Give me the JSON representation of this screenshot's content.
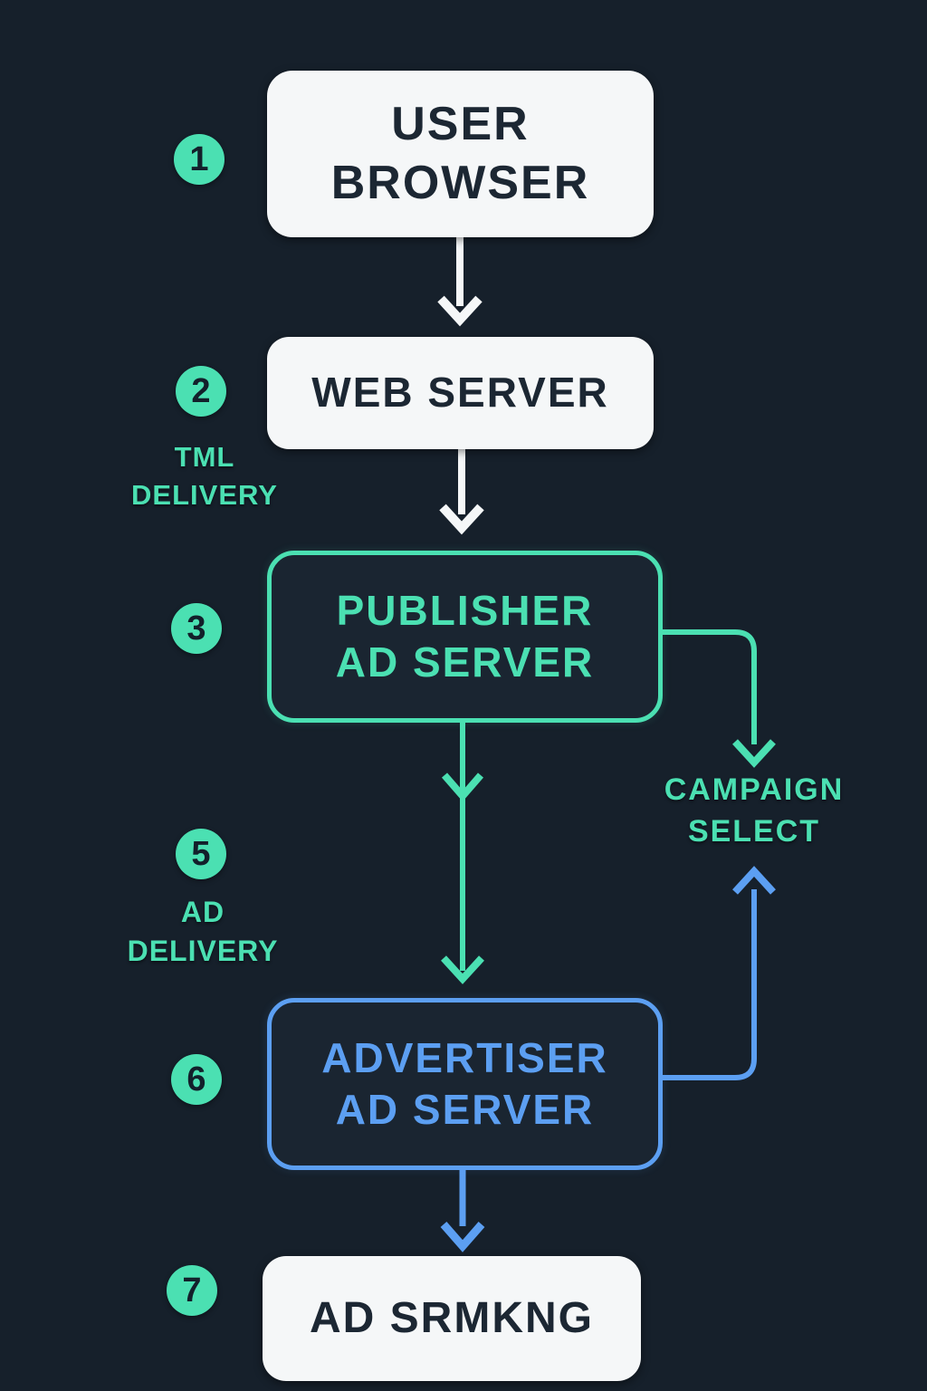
{
  "colors": {
    "background": "#16202B",
    "teal": "#4BE0B2",
    "blue": "#5C9FF2",
    "white": "#F5F7F8",
    "box_fill_dark": "#1A2531",
    "dark_text": "#1C2733"
  },
  "steps": [
    {
      "number": "1"
    },
    {
      "number": "2"
    },
    {
      "number": "3"
    },
    {
      "number": "5"
    },
    {
      "number": "6"
    },
    {
      "number": "7"
    }
  ],
  "nodes": {
    "user_browser": {
      "label": "USER\nBROWSER"
    },
    "web_server": {
      "label": "WEB SERVER"
    },
    "publisher_ad_server": {
      "label": "PUBLISHER\nAD SERVER"
    },
    "advertiser_ad_server": {
      "label": "ADVERTISER\nAD SERVER"
    },
    "ad_srmkng": {
      "label": "AD SRMKNG"
    }
  },
  "labels": {
    "tml_delivery": "TML\nDELIVERY",
    "ad_delivery": "AD\nDELIVERY",
    "campaign_select": "CAMPAIGN\nSELECT"
  }
}
